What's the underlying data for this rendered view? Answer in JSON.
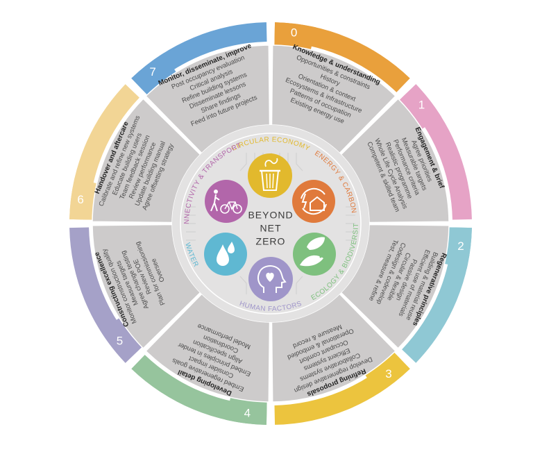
{
  "center": {
    "lines": [
      "BEYOND",
      "NET",
      "ZERO"
    ]
  },
  "colors": {
    "stage_0": "#e9a03c",
    "stage_1": "#e6a3c6",
    "stage_2": "#8fc8d4",
    "stage_3": "#ecc43e",
    "stage_4": "#96c49d",
    "stage_5": "#a5a1c8",
    "stage_6": "#f2d595",
    "stage_7": "#6aa4d6",
    "segment_fill": "#cdcbcb",
    "inner_ring": "#e3e2e2"
  },
  "stages": [
    {
      "number": "0",
      "title": "Knowledge & understanding",
      "items": [
        "Opportunities & constraints",
        "History",
        "Orientation & context",
        "Ecosystems & infrastructure",
        "Patterns of occupation",
        "Existing energy use"
      ]
    },
    {
      "number": "1",
      "title": "Engagement & brief",
      "items": [
        "Agree priorities",
        "Measurable targets",
        "Performance criteria",
        "Realistic programme",
        "Whole Life Cycle Analysis",
        "Competent & skilled team"
      ]
    },
    {
      "number": "2",
      "title": "Regenerative principles",
      "items": [
        "Building & material reuse",
        "Efficient use of materials",
        "Passive design",
        "Circular & flexible",
        "Codesign & codevelop",
        "Test, measure & refine"
      ]
    },
    {
      "number": "3",
      "title": "Refining proposals",
      "items": [
        "Develop regenerative design",
        "Collaborative systems",
        "Efficient systems",
        "Occupant comfort",
        "Operational & embodied",
        "Measure & record"
      ]
    },
    {
      "number": "4",
      "title": "Developing detail",
      "items": [
        "Embed regenerative goals",
        "Consider impact",
        "Embed principles in tender",
        "Align specification",
        "Coordination",
        "Model performance"
      ]
    },
    {
      "number": "5",
      "title": "Constructing excellence",
      "items": [
        "Monitor construction quality",
        "Measure targets",
        "Agree change testing",
        "Review POE",
        "Plan for commissioning",
        "Oversee"
      ]
    },
    {
      "number": "6",
      "title": "Handover and aftercare",
      "items": [
        "Calibrate and refine new systems",
        "Educate building users",
        "Team feedback session",
        "Review performance",
        "Update building manual",
        "Agree offsetting strategy"
      ]
    },
    {
      "number": "7",
      "title": "Monitor, disseminate, improve",
      "items": [
        "Post occupancy evaluation",
        "Critical analysis",
        "Refine building systems",
        "Disseminate lessons",
        "Share findings",
        "Feed into future projects"
      ]
    }
  ],
  "themes": [
    {
      "label": "CIRCULAR ECONOMY",
      "color": "#e2b92d",
      "icon": "bin-icon"
    },
    {
      "label": "ENERGY & CARBON",
      "color": "#e07a3c",
      "icon": "house-energy-icon"
    },
    {
      "label": "ECOLOGY & BIODIVERSITY",
      "color": "#7ec07e",
      "icon": "bird-leaf-icon"
    },
    {
      "label": "HUMAN FACTORS",
      "color": "#9f95c9",
      "icon": "head-heart-icon"
    },
    {
      "label": "WATER",
      "color": "#5fb8d2",
      "icon": "water-drops-icon"
    },
    {
      "label": "CONNECTIVITY & TRANSPORT",
      "color": "#b266aa",
      "icon": "walk-bike-icon"
    }
  ]
}
